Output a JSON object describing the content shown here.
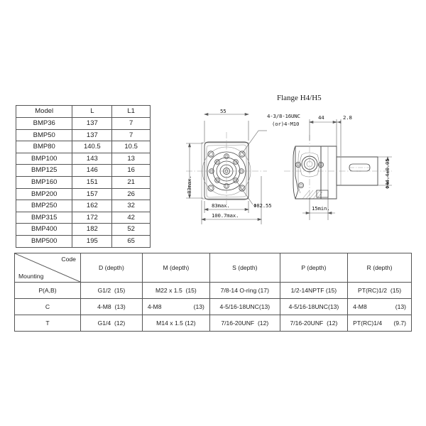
{
  "model_table": {
    "headers": [
      "Model",
      "L",
      "L1"
    ],
    "rows": [
      [
        "BMP36",
        "137",
        "7"
      ],
      [
        "BMP50",
        "137",
        "7"
      ],
      [
        "BMP80",
        "140.5",
        "10.5"
      ],
      [
        "BMP100",
        "143",
        "13"
      ],
      [
        "BMP125",
        "146",
        "16"
      ],
      [
        "BMP160",
        "151",
        "21"
      ],
      [
        "BMP200",
        "157",
        "26"
      ],
      [
        "BMP250",
        "162",
        "32"
      ],
      [
        "BMP315",
        "172",
        "42"
      ],
      [
        "BMP400",
        "182",
        "52"
      ],
      [
        "BMP500",
        "195",
        "65"
      ]
    ]
  },
  "mount_table": {
    "corner": {
      "code_label": "Code",
      "mounting_label": "Mounting"
    },
    "headers": [
      "D (depth)",
      "M (depth)",
      "S (depth)",
      "P (depth)",
      "R (depth)"
    ],
    "rows": [
      {
        "mounting": "P(A,B)",
        "cells": [
          {
            "text": "G1/2",
            "depth": "(15)"
          },
          {
            "text": "M22 x 1.5",
            "depth": "(15)"
          },
          {
            "text": "7/8-14  O-ring",
            "depth": "(17)"
          },
          {
            "text": "1/2-14NPTF",
            "depth": "(15)"
          },
          {
            "text": "PT(RC)1/2",
            "depth": "(15)"
          }
        ]
      },
      {
        "mounting": "C",
        "cells": [
          {
            "text": "4-M8",
            "depth": "(13)"
          },
          {
            "text": "4-M8",
            "depth": "(13)",
            "wide": true
          },
          {
            "text": "4-5/16-18UNC",
            "depth": "(13)",
            "tight": true
          },
          {
            "text": "4-5/16-18UNC",
            "depth": "(13)",
            "tight": true
          },
          {
            "text": "4-M8",
            "depth": "(13)",
            "wide": true
          }
        ]
      },
      {
        "mounting": "T",
        "cells": [
          {
            "text": "G1/4",
            "depth": "(12)"
          },
          {
            "text": "M14 x 1.5",
            "depth": "(12)"
          },
          {
            "text": "7/16-20UNF",
            "depth": "(12)"
          },
          {
            "text": "7/16-20UNF",
            "depth": "(12)"
          },
          {
            "text": "PT(RC)1/4",
            "depth": "(9.7)"
          }
        ]
      }
    ]
  },
  "drawing": {
    "title": "Flange  H4/H5",
    "dimensions": {
      "width_55": "55",
      "height_83max": "83max.",
      "width_83max": "83max.",
      "width_1007max": "100.7max.",
      "bolt_circle": "Φ82.55",
      "len_44": "44",
      "len_28": "2.8",
      "shaft_dia": "Φ44.4±0.05",
      "len_15min": "15min."
    },
    "callout": {
      "line1": "4-3/8-16UNC",
      "line2": "(or)4-M10"
    }
  },
  "colors": {
    "line": "#4a4a4a",
    "thin": "#8a8a8a",
    "border": "#555555",
    "text": "#1c1c1c",
    "background": "#ffffff"
  }
}
